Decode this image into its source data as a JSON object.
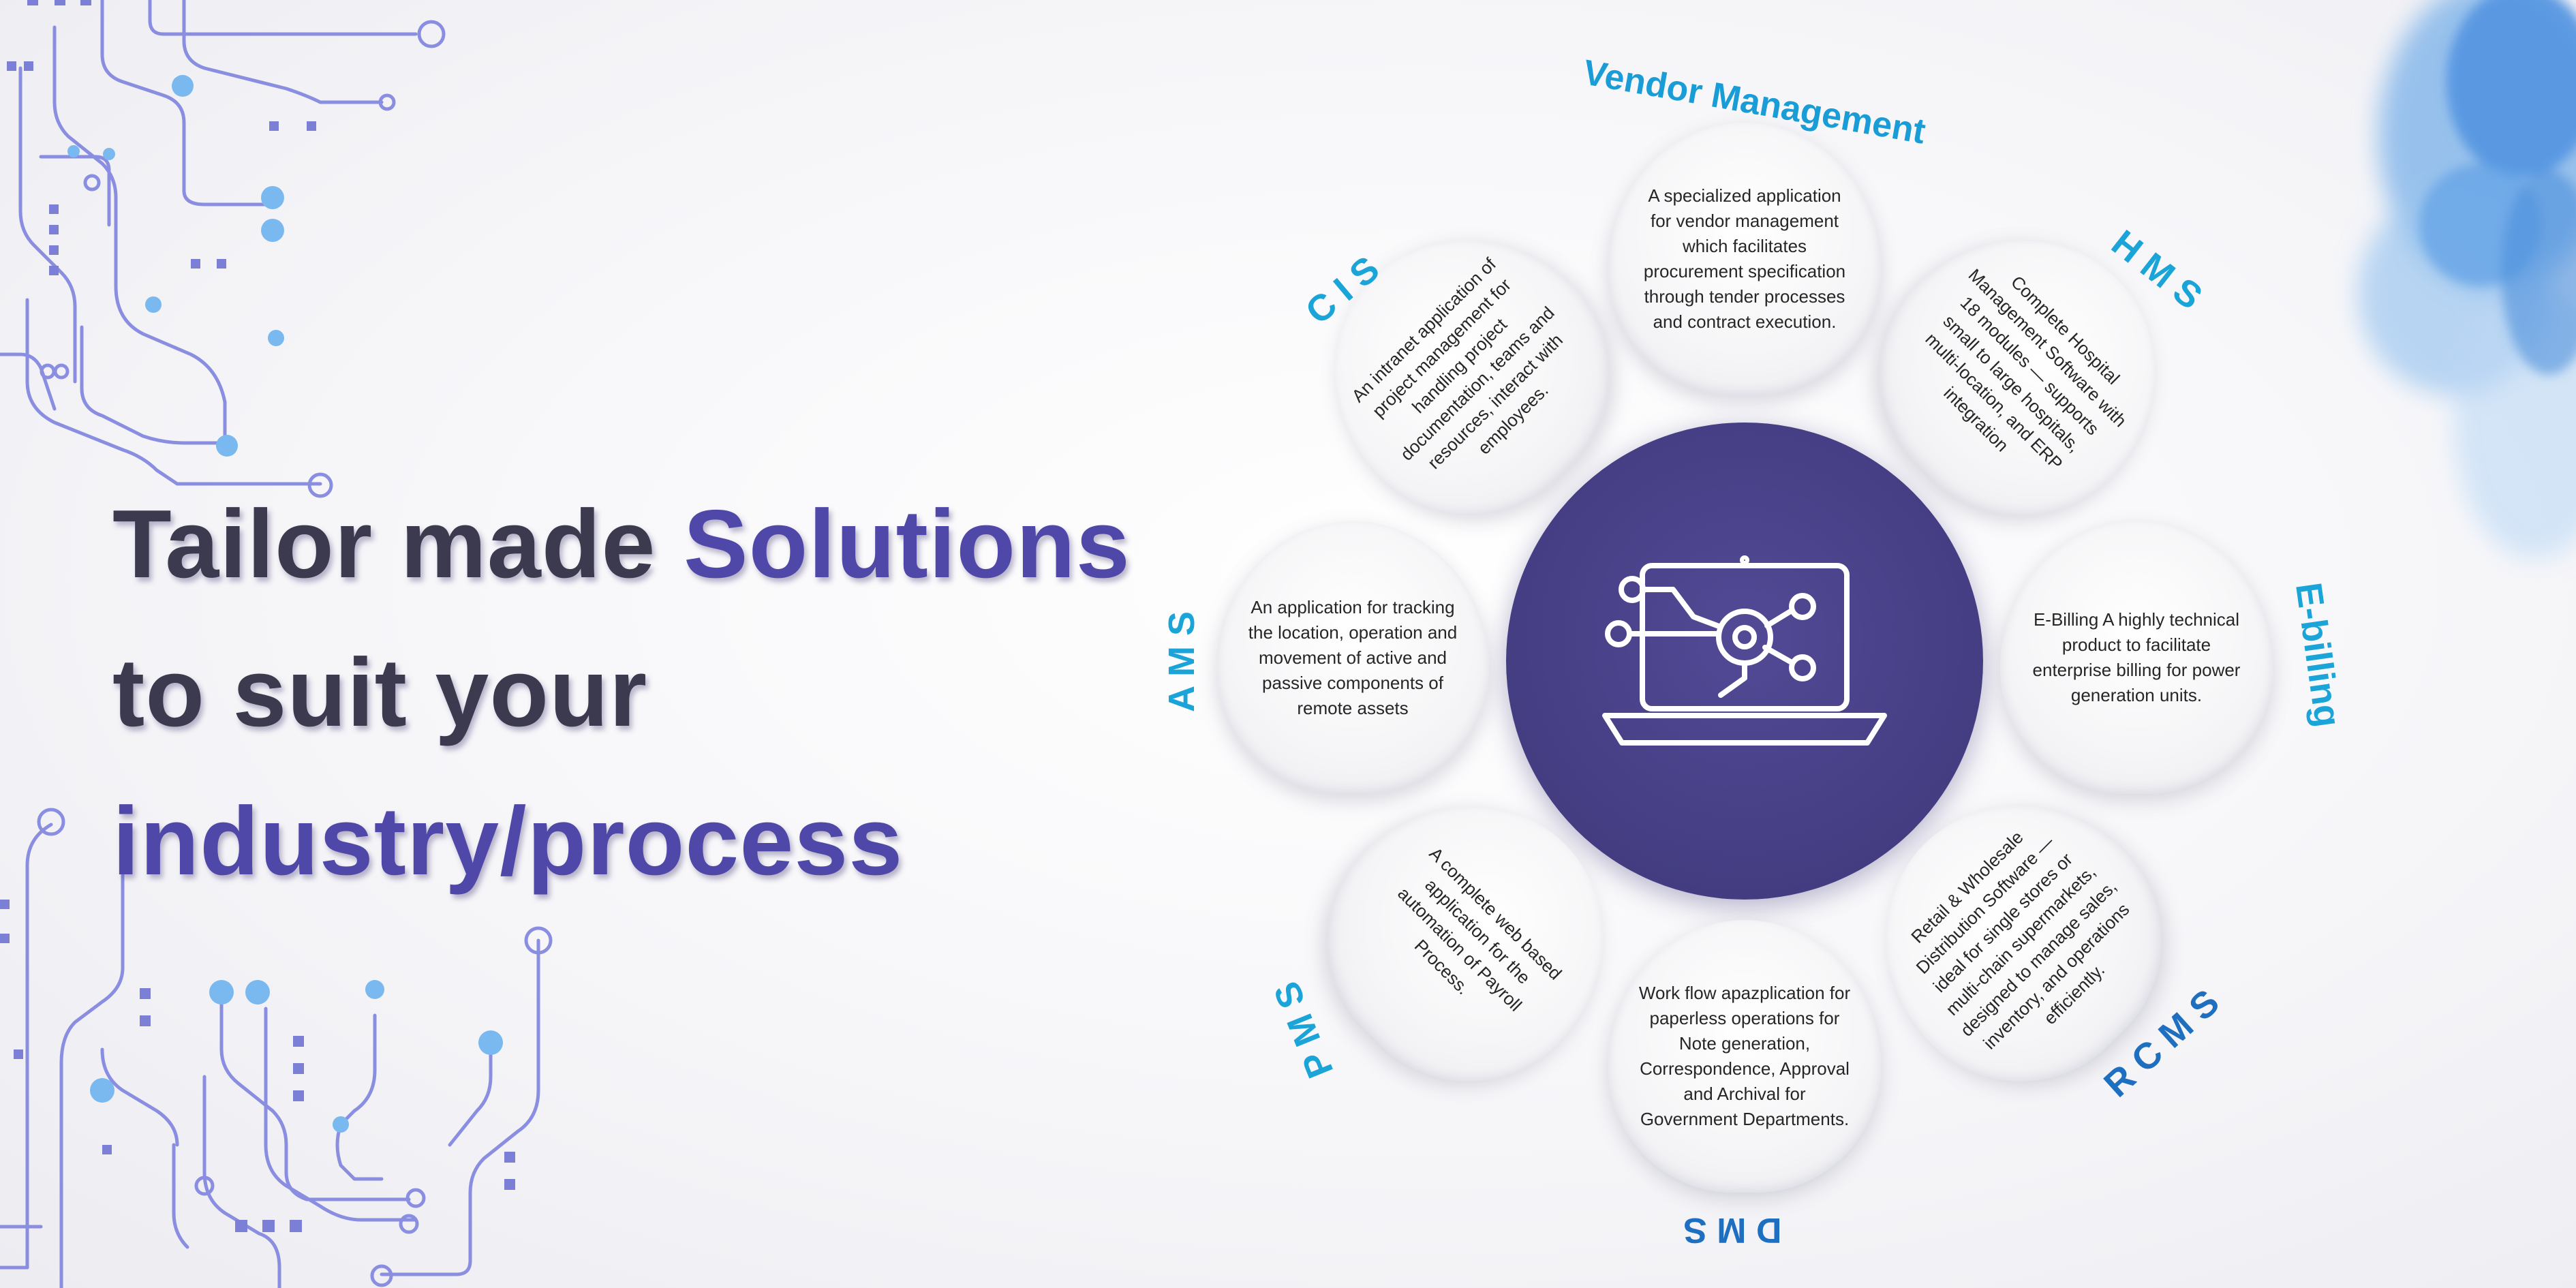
{
  "headline": {
    "line1_dark": "Tailor made ",
    "line1_accent": "Solutions",
    "line2": "to suit your",
    "line3": "industry/process"
  },
  "colors": {
    "headline_dark": "#3c3a4e",
    "headline_accent": "#5048a8",
    "hub": "#463f86",
    "label_cyan": "#1aa4d8",
    "label_blue": "#1f6fc0",
    "circuit": "#7b7fd6"
  },
  "center_icon": "laptop-network-icon",
  "modules": [
    {
      "label": "Vendor Management",
      "description": "A specialized application for vendor management which facilitates procurement specification through tender processes and contract execution."
    },
    {
      "label": "H M S",
      "description": "Complete Hospital Management Software with 18 modules — supports small to large hospitals, multi-location, and ERP integration"
    },
    {
      "label": "E-billing",
      "description": "E-Billing  A highly technical product to facilitate enterprise billing for power generation units."
    },
    {
      "label": "R C M S",
      "description": "Retail & Wholesale Distribution Software — ideal for single stores or multi-chain supermarkets, designed to manage sales, inventory, and operations efficiently."
    },
    {
      "label": "D M S",
      "description": "Work flow apazplication for paperless operations for Note generation, Correspondence, Approval and Archival for Government Departments."
    },
    {
      "label": "P M S",
      "description": "A complete web based application for the automation of Payroll Process."
    },
    {
      "label": "A M S",
      "description": "An application for tracking the location, operation and movement of active and passive components of remote assets"
    },
    {
      "label": "C I S",
      "description": "An intranet application of project management for handling project documentation, teams and resources, interact with employees."
    }
  ]
}
